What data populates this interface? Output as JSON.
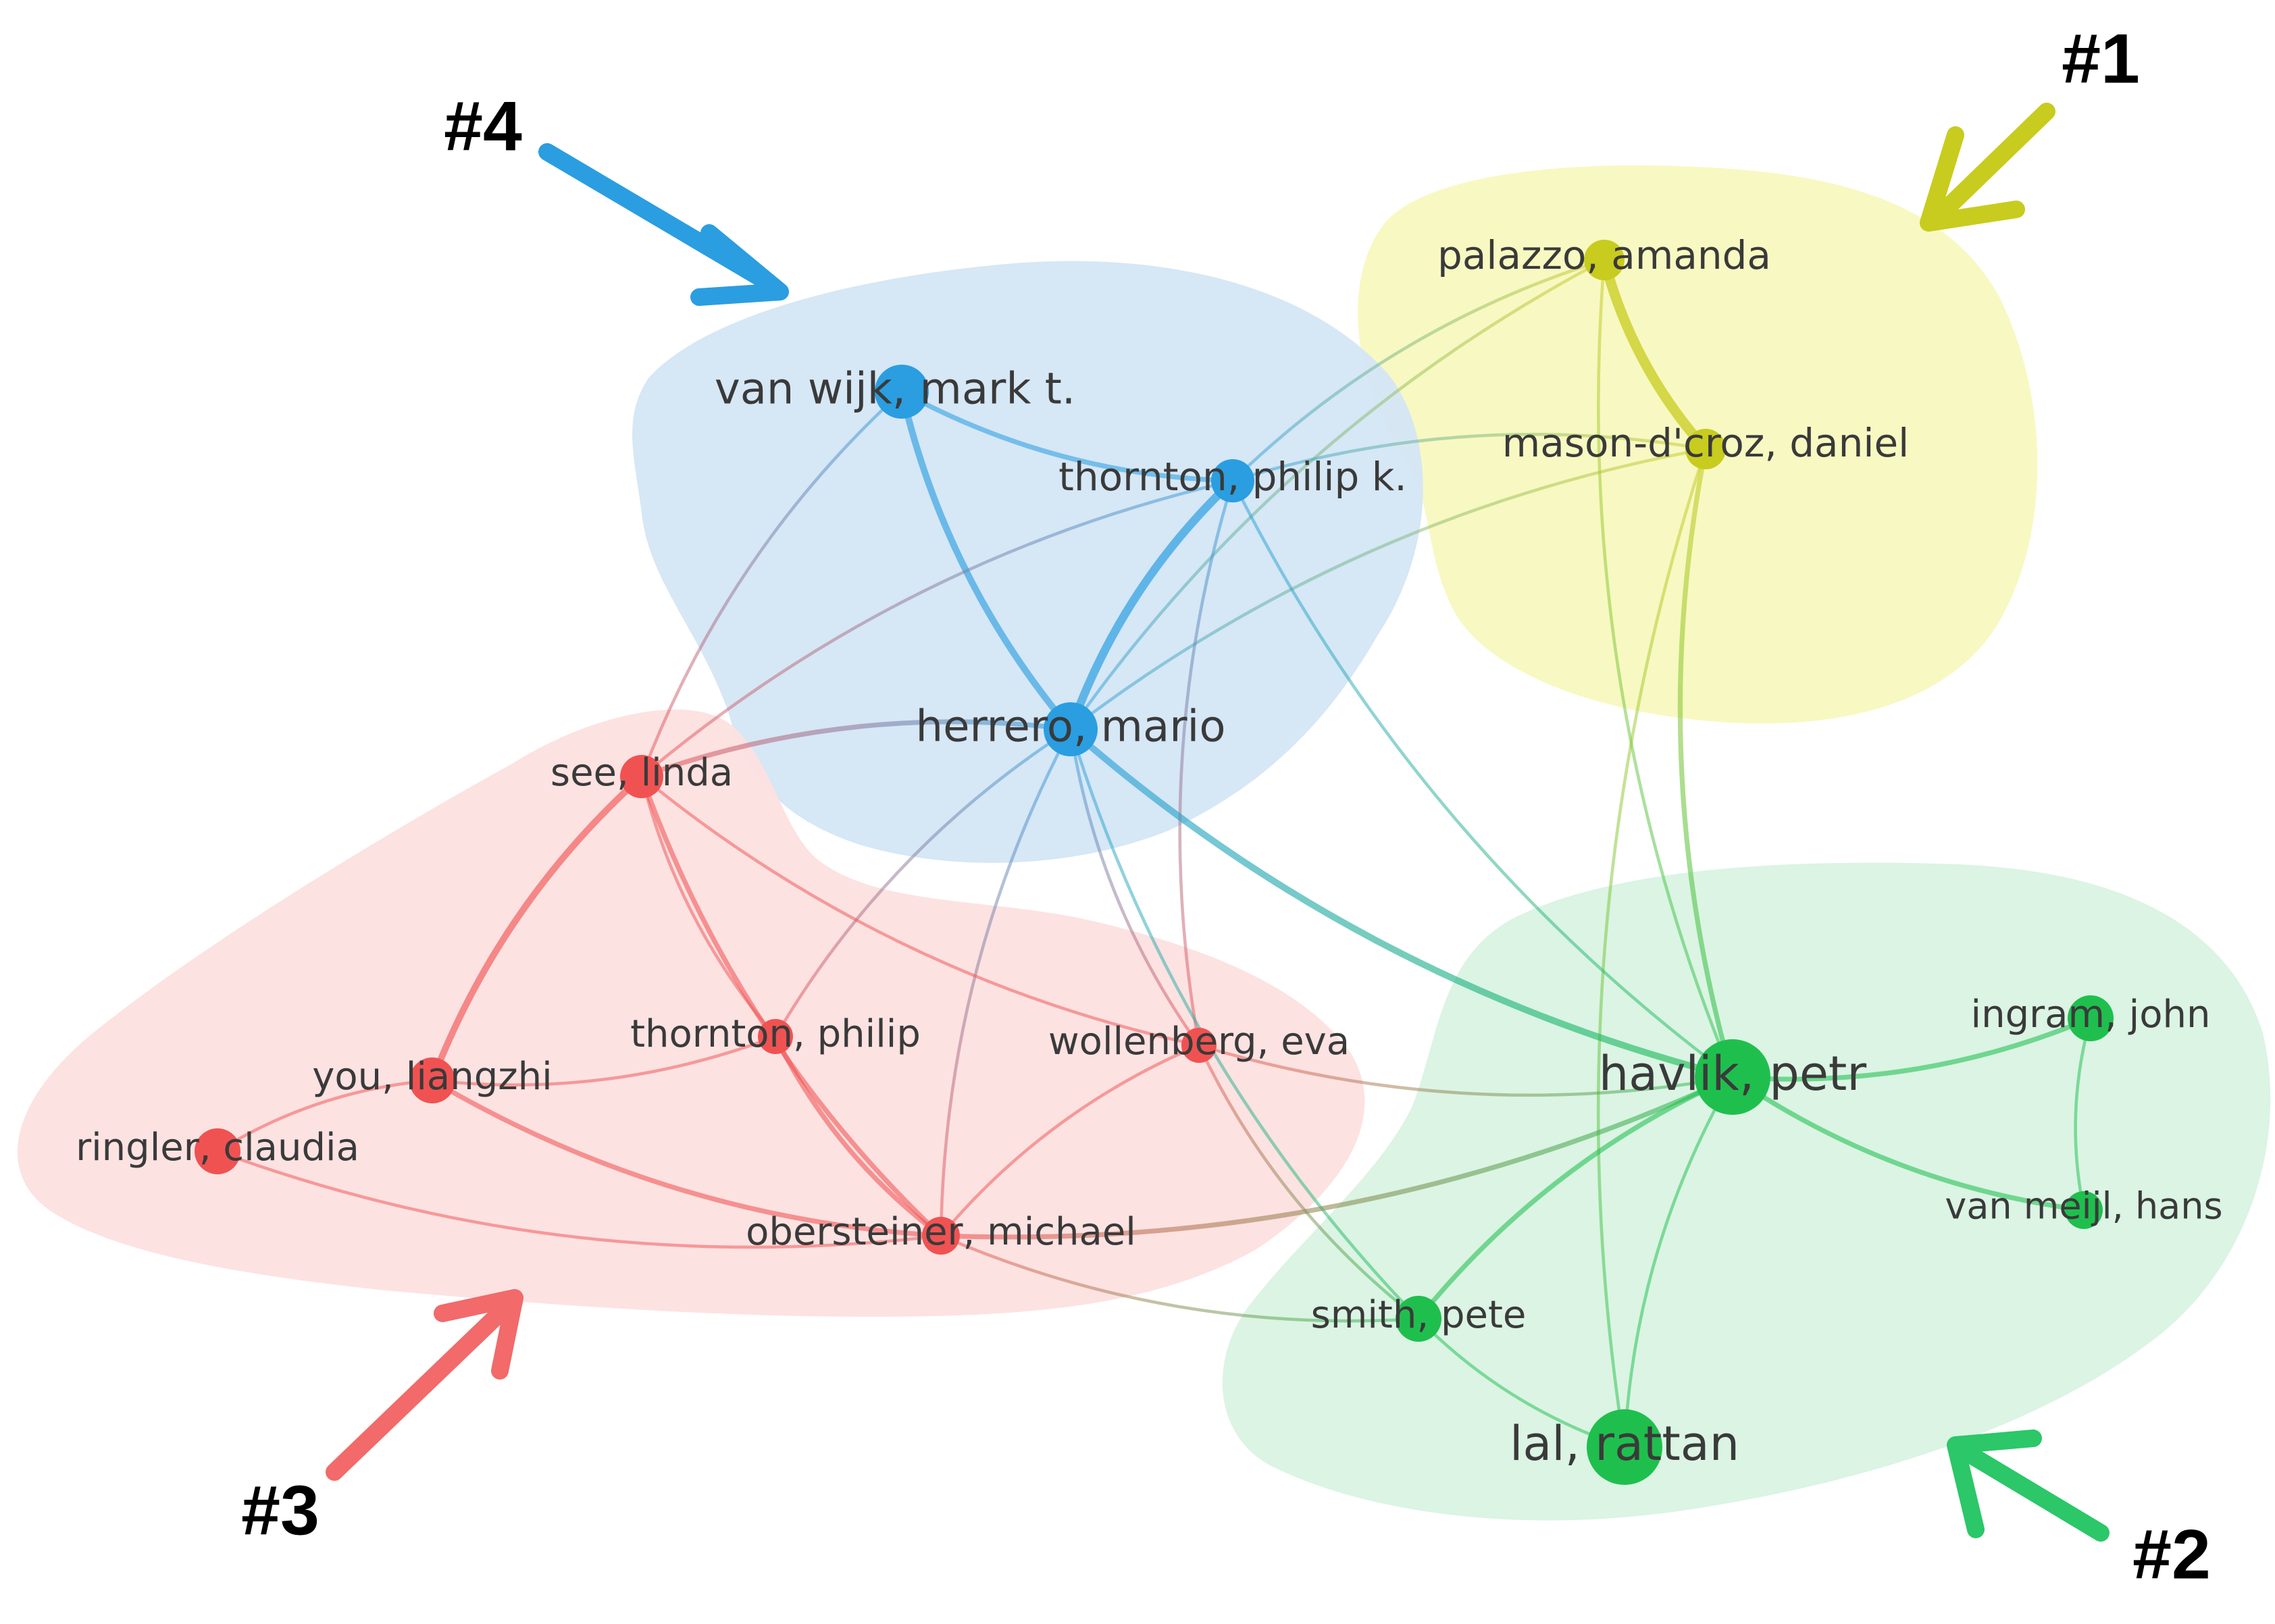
{
  "colors": {
    "yellow": "#c8cc1e",
    "green": "#1fbf4e",
    "red": "#f05252",
    "blue": "#2a9ee0",
    "hull_yellow": "#f7f7b8",
    "hull_green": "#d8f2e2",
    "hull_red": "#fde0e0",
    "hull_blue": "#d3e6f6"
  },
  "clusters": [
    {
      "id": "c1",
      "tag": "#1",
      "color_key": "yellow"
    },
    {
      "id": "c2",
      "tag": "#2",
      "color_key": "green"
    },
    {
      "id": "c3",
      "tag": "#3",
      "color_key": "red"
    },
    {
      "id": "c4",
      "tag": "#4",
      "color_key": "blue"
    }
  ],
  "nodes": [
    {
      "id": "palazzo",
      "label": "palazzo, amanda",
      "cluster": "c1"
    },
    {
      "id": "mason",
      "label": "mason-d'croz, daniel",
      "cluster": "c1"
    },
    {
      "id": "vanwijk",
      "label": "van wijk, mark t.",
      "cluster": "c4"
    },
    {
      "id": "thorntonpk",
      "label": "thornton, philip k.",
      "cluster": "c4"
    },
    {
      "id": "herrero",
      "label": "herrero, mario",
      "cluster": "c4"
    },
    {
      "id": "see",
      "label": "see, linda",
      "cluster": "c3"
    },
    {
      "id": "you",
      "label": "you, liangzhi",
      "cluster": "c3"
    },
    {
      "id": "ringler",
      "label": "ringler, claudia",
      "cluster": "c3"
    },
    {
      "id": "thorntonp",
      "label": "thornton, philip",
      "cluster": "c3"
    },
    {
      "id": "wollenberg",
      "label": "wollenberg, eva",
      "cluster": "c3"
    },
    {
      "id": "obersteiner",
      "label": "obersteiner, michael",
      "cluster": "c3"
    },
    {
      "id": "havlik",
      "label": "havlik, petr",
      "cluster": "c2"
    },
    {
      "id": "ingram",
      "label": "ingram, john",
      "cluster": "c2"
    },
    {
      "id": "vanmeijl",
      "label": "van meijl, hans",
      "cluster": "c2"
    },
    {
      "id": "smith",
      "label": "smith, pete",
      "cluster": "c2"
    },
    {
      "id": "lal",
      "label": "lal, rattan",
      "cluster": "c2"
    }
  ],
  "links": [
    {
      "s": "palazzo",
      "t": "mason",
      "w": 5
    },
    {
      "s": "palazzo",
      "t": "thorntonpk",
      "w": 1
    },
    {
      "s": "palazzo",
      "t": "herrero",
      "w": 1
    },
    {
      "s": "palazzo",
      "t": "havlik",
      "w": 1
    },
    {
      "s": "mason",
      "t": "havlik",
      "w": 2
    },
    {
      "s": "mason",
      "t": "herrero",
      "w": 1
    },
    {
      "s": "mason",
      "t": "thorntonpk",
      "w": 1
    },
    {
      "s": "mason",
      "t": "lal",
      "w": 1
    },
    {
      "s": "vanwijk",
      "t": "thorntonpk",
      "w": 2
    },
    {
      "s": "vanwijk",
      "t": "herrero",
      "w": 3
    },
    {
      "s": "vanwijk",
      "t": "see",
      "w": 1
    },
    {
      "s": "thorntonpk",
      "t": "herrero",
      "w": 4
    },
    {
      "s": "thorntonpk",
      "t": "havlik",
      "w": 1
    },
    {
      "s": "thorntonpk",
      "t": "see",
      "w": 1
    },
    {
      "s": "thorntonpk",
      "t": "wollenberg",
      "w": 1
    },
    {
      "s": "herrero",
      "t": "havlik",
      "w": 3
    },
    {
      "s": "herrero",
      "t": "see",
      "w": 2
    },
    {
      "s": "herrero",
      "t": "thorntonp",
      "w": 1
    },
    {
      "s": "herrero",
      "t": "wollenberg",
      "w": 1
    },
    {
      "s": "herrero",
      "t": "obersteiner",
      "w": 1
    },
    {
      "s": "herrero",
      "t": "smith",
      "w": 1
    },
    {
      "s": "see",
      "t": "you",
      "w": 3
    },
    {
      "s": "see",
      "t": "thorntonp",
      "w": 1
    },
    {
      "s": "see",
      "t": "obersteiner",
      "w": 2
    },
    {
      "s": "see",
      "t": "wollenberg",
      "w": 1
    },
    {
      "s": "you",
      "t": "ringler",
      "w": 1
    },
    {
      "s": "you",
      "t": "thorntonp",
      "w": 1
    },
    {
      "s": "you",
      "t": "obersteiner",
      "w": 2
    },
    {
      "s": "ringler",
      "t": "obersteiner",
      "w": 1
    },
    {
      "s": "thorntonp",
      "t": "obersteiner",
      "w": 2
    },
    {
      "s": "wollenberg",
      "t": "obersteiner",
      "w": 1
    },
    {
      "s": "wollenberg",
      "t": "havlik",
      "w": 1
    },
    {
      "s": "wollenberg",
      "t": "smith",
      "w": 1
    },
    {
      "s": "obersteiner",
      "t": "havlik",
      "w": 2
    },
    {
      "s": "obersteiner",
      "t": "smith",
      "w": 1
    },
    {
      "s": "havlik",
      "t": "ingram",
      "w": 2
    },
    {
      "s": "havlik",
      "t": "vanmeijl",
      "w": 2
    },
    {
      "s": "havlik",
      "t": "smith",
      "w": 2
    },
    {
      "s": "havlik",
      "t": "lal",
      "w": 1
    },
    {
      "s": "ingram",
      "t": "vanmeijl",
      "w": 1
    },
    {
      "s": "smith",
      "t": "lal",
      "w": 1
    }
  ]
}
